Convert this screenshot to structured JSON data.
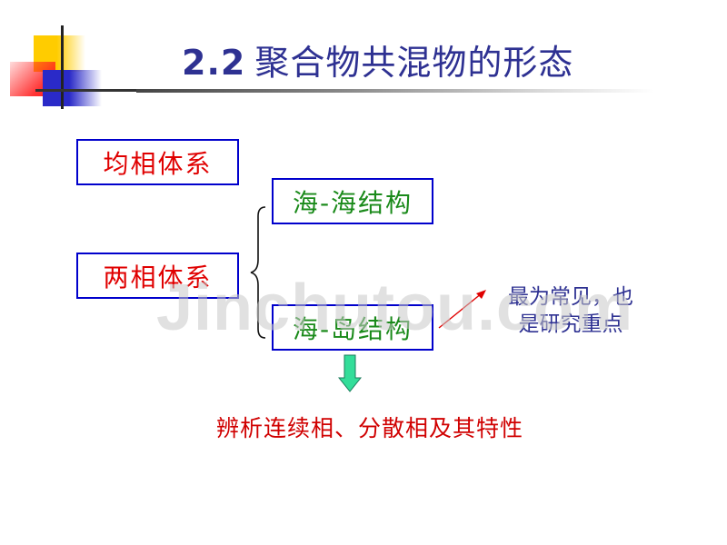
{
  "slide": {
    "title": {
      "number": "2.2",
      "text": "聚合物共混物的形态",
      "color": "#2e3192"
    },
    "boxes": {
      "homogeneous": "均相体系",
      "two_phase": "两相体系",
      "sea_sea": "海-海结构",
      "sea_island": "海-岛结构"
    },
    "note": {
      "line1": "最为常见，也",
      "line2": "是研究重点"
    },
    "conclusion": "辨析连续相、分散相及其特性",
    "watermark": "Jinchutou.com",
    "colors": {
      "box_border": "#0000cc",
      "red_text": "#e00000",
      "green_text": "#1a8a1a",
      "arrow_fill": "#33dd99",
      "pointer_arrow": "#e00000"
    }
  }
}
